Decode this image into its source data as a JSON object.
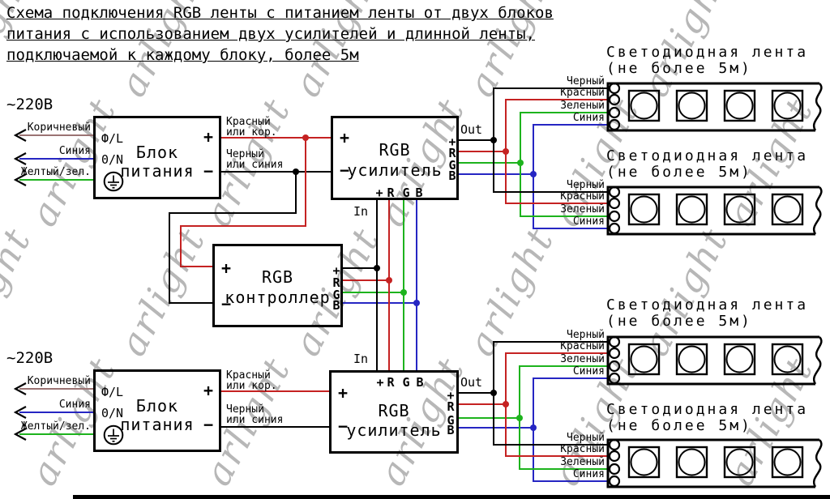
{
  "title": {
    "line1": "Схема подключения RGB ленты с питанием ленты от двух блоков",
    "line2": "питания с использованием двух усилителей и длинной ленты,",
    "line3": "подключаемой к каждому блоку, более 5м"
  },
  "watermark": {
    "text": "arlight"
  },
  "colors": {
    "black": "#000000",
    "red": "#c52222",
    "green": "#1db31d",
    "blue": "#2626c3",
    "brown": "#9b7373"
  },
  "power_supplies": [
    {
      "voltage": "~220В",
      "input_wires": [
        {
          "label": "Коричневый"
        },
        {
          "label": "Синия"
        },
        {
          "label": "Желтый/зел."
        }
      ],
      "terminal_line": "Ф/L",
      "terminal_neutral": "0/N",
      "name_line1": "Блок",
      "name_line2": "питания",
      "plus": "+",
      "minus": "−",
      "out_plus_line1": "Красный",
      "out_plus_line2": "или кор.",
      "out_minus_line1": "Черный",
      "out_minus_line2": "или синия"
    },
    {
      "voltage": "~220В",
      "input_wires": [
        {
          "label": "Коричневый"
        },
        {
          "label": "Синия"
        },
        {
          "label": "Желтый/зел."
        }
      ],
      "terminal_line": "Ф/L",
      "terminal_neutral": "0/N",
      "name_line1": "Блок",
      "name_line2": "питания",
      "plus": "+",
      "minus": "−",
      "out_plus_line1": "Красный",
      "out_plus_line2": "или кор.",
      "out_minus_line1": "Черный",
      "out_minus_line2": "или синия"
    }
  ],
  "controller": {
    "name_line1": "RGB",
    "name_line2": "контроллер",
    "plus": "+",
    "minus": "−",
    "ch_plus": "+",
    "ch_r": "R",
    "ch_g": "G",
    "ch_b": "B"
  },
  "amplifiers": [
    {
      "name_line1": "RGB",
      "name_line2": "усилитель",
      "plus": "+",
      "minus": "−",
      "in_label": "In",
      "out_label": "Out",
      "ch_plus": "+",
      "ch_r": "R",
      "ch_g": "G",
      "ch_b": "B"
    },
    {
      "name_line1": "RGB",
      "name_line2": "усилитель",
      "plus": "+",
      "minus": "−",
      "in_label": "In",
      "out_label": "Out",
      "ch_plus": "+",
      "ch_r": "R",
      "ch_g": "G",
      "ch_b": "B"
    }
  ],
  "strips": [
    {
      "title_line1": "Светодиодная лента",
      "title_line2": "(не более 5м)",
      "wires": [
        {
          "label": "Черный"
        },
        {
          "label": "Красный"
        },
        {
          "label": "Зеленый"
        },
        {
          "label": "Синия"
        }
      ]
    },
    {
      "title_line1": "Светодиодная лента",
      "title_line2": "(не более 5м)",
      "wires": [
        {
          "label": "Черный"
        },
        {
          "label": "Красный"
        },
        {
          "label": "Зеленый"
        },
        {
          "label": "Синия"
        }
      ]
    },
    {
      "title_line1": "Светодиодная лента",
      "title_line2": "(не более 5м)",
      "wires": [
        {
          "label": "Черный"
        },
        {
          "label": "Красный"
        },
        {
          "label": "Зеленый"
        },
        {
          "label": "Синия"
        }
      ]
    },
    {
      "title_line1": "Светодиодная лента",
      "title_line2": "(не более 5м)",
      "wires": [
        {
          "label": "Черный"
        },
        {
          "label": "Красный"
        },
        {
          "label": "Зеленый"
        },
        {
          "label": "Синия"
        }
      ]
    }
  ]
}
